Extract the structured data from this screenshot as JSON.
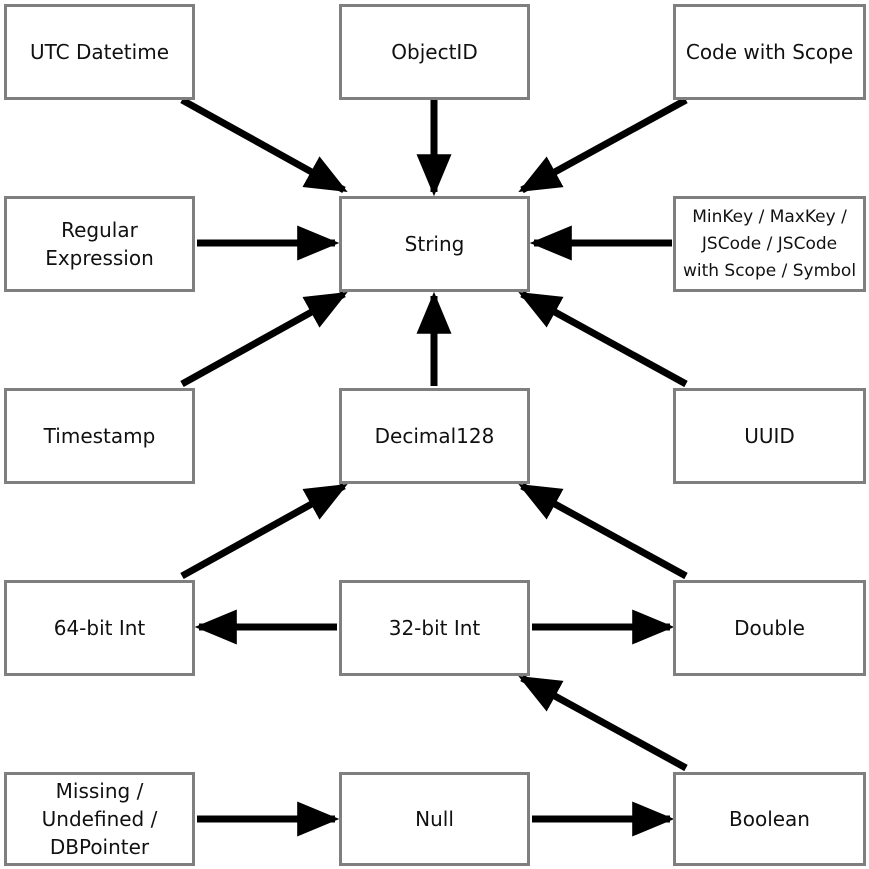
{
  "diagram": {
    "nodes": {
      "utc_datetime": "UTC Datetime",
      "objectid": "ObjectID",
      "code_with_scope": "Code with Scope",
      "regular_expression": "Regular\nExpression",
      "string": "String",
      "minkey_group": "MinKey / MaxKey /\nJSCode / JSCode\nwith Scope / Symbol",
      "timestamp": "Timestamp",
      "decimal128": "Decimal128",
      "uuid": "UUID",
      "int64": "64-bit Int",
      "int32": "32-bit Int",
      "double": "Double",
      "missing_group": "Missing /\nUndefined /\nDBPointer",
      "null": "Null",
      "boolean": "Boolean"
    },
    "edges": [
      {
        "from": "utc_datetime",
        "to": "string"
      },
      {
        "from": "objectid",
        "to": "string"
      },
      {
        "from": "code_with_scope",
        "to": "string"
      },
      {
        "from": "regular_expression",
        "to": "string"
      },
      {
        "from": "minkey_group",
        "to": "string"
      },
      {
        "from": "timestamp",
        "to": "string"
      },
      {
        "from": "decimal128",
        "to": "string"
      },
      {
        "from": "uuid",
        "to": "string"
      },
      {
        "from": "int64",
        "to": "decimal128"
      },
      {
        "from": "double",
        "to": "decimal128"
      },
      {
        "from": "int32",
        "to": "int64"
      },
      {
        "from": "int32",
        "to": "double"
      },
      {
        "from": "boolean",
        "to": "int32"
      },
      {
        "from": "missing_group",
        "to": "null"
      },
      {
        "from": "null",
        "to": "boolean"
      }
    ],
    "colors": {
      "border": "#7f7f7f",
      "arrow": "#000000",
      "text": "#111111"
    }
  }
}
